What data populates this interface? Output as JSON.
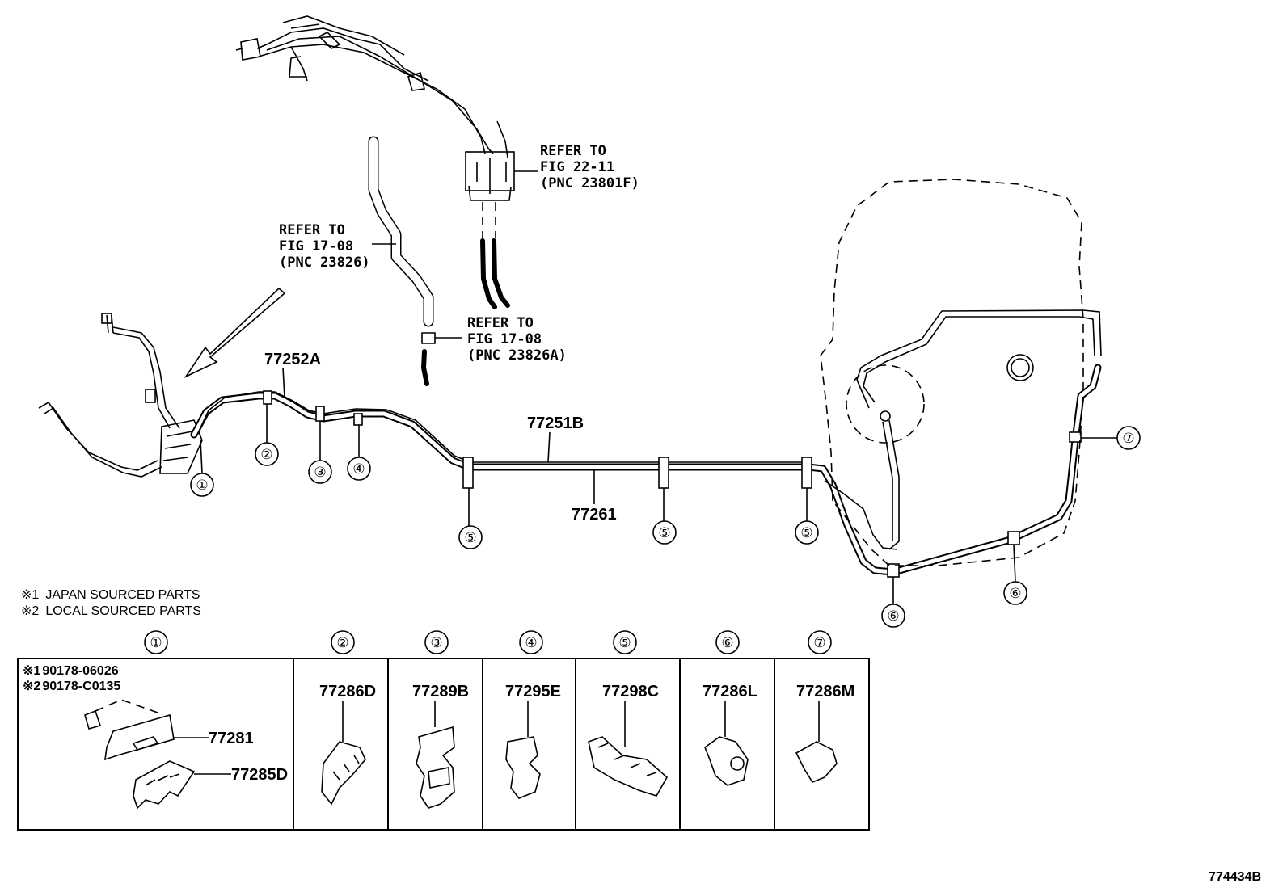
{
  "diagram_code": "774434B",
  "notes": [
    {
      "mark": "※1",
      "text": "JAPAN SOURCED PARTS"
    },
    {
      "mark": "※2",
      "text": "LOCAL SOURCED PARTS"
    }
  ],
  "refs": {
    "ref_a": {
      "l1": "REFER TO",
      "l2": "FIG 22-11",
      "l3": "(PNC 23801F)"
    },
    "ref_b": {
      "l1": "REFER TO",
      "l2": "FIG 17-08",
      "l3": "(PNC 23826)"
    },
    "ref_c": {
      "l1": "REFER TO",
      "l2": "FIG 17-08",
      "l3": "(PNC 23826A)"
    }
  },
  "main_parts": {
    "p77252A": "77252A",
    "p77251B": "77251B",
    "p77261": "77261"
  },
  "callouts": {
    "c1": "①",
    "c2": "②",
    "c3": "③",
    "c4": "④",
    "c5": "⑤",
    "c6": "⑥",
    "c7": "⑦"
  },
  "table": {
    "headers": [
      "①",
      "②",
      "③",
      "④",
      "⑤",
      "⑥",
      "⑦"
    ],
    "cell1": {
      "mark1": "※1",
      "num1": "90178-06026",
      "mark2": "※2",
      "num2": "90178-C0135",
      "part_a": "77281",
      "part_b": "77285D"
    },
    "parts": [
      "77286D",
      "77289B",
      "77295E",
      "77298C",
      "77286L",
      "77286M"
    ]
  }
}
